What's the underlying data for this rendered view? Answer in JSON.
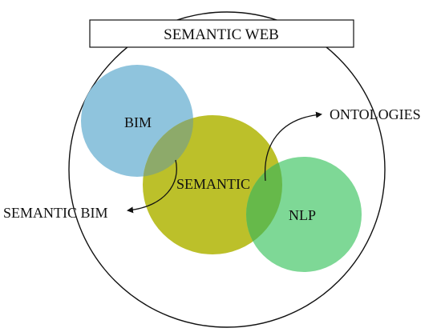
{
  "title": "SEMANTIC WEB",
  "circles": [
    {
      "id": "bim",
      "label": "BIM",
      "color": "#8fc4dd"
    },
    {
      "id": "semantic",
      "label": "SEMANTIC",
      "color": "#bcc02a"
    },
    {
      "id": "nlp",
      "label": "NLP",
      "color": "#7ed896"
    }
  ],
  "overlap_colors": {
    "bim_semantic": "#8daa6a",
    "semantic_nlp": "#66b94a"
  },
  "arrow_labels": {
    "semantic_bim": "SEMANTIC BIM",
    "ontologies": "ONTOLOGIES"
  },
  "colors": {
    "outline": "#111111",
    "title_box_fill": "#ffffff"
  }
}
